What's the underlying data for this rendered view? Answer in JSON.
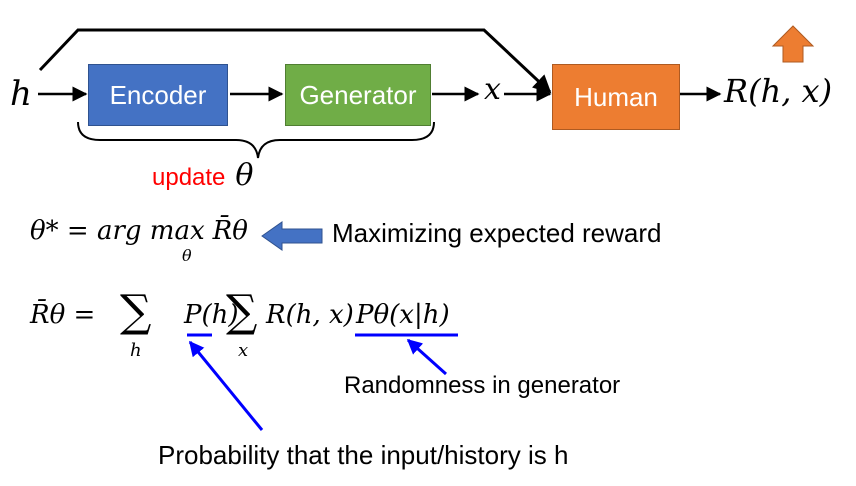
{
  "diagram": {
    "input_symbol": "h",
    "encoder_label": "Encoder",
    "generator_label": "Generator",
    "output_symbol": "x",
    "human_label": "Human",
    "reward_label": "R(h, x)",
    "update_word": "update",
    "theta": "θ"
  },
  "equations": {
    "objective_lhs": "θ* = arg max",
    "objective_sub": "θ",
    "objective_rhs": "R̄θ",
    "objective_note": "Maximizing expected reward",
    "expected_lhs": "R̄θ =",
    "sum_h": "h",
    "ph": "P(h)",
    "sum_x": "x",
    "rhx": "R(h, x)",
    "ptheta": "Pθ(x|h)",
    "note_generator": "Randomness in generator",
    "note_input": "Probability that the input/history is h"
  },
  "colors": {
    "encoder": "#4472c4",
    "generator": "#70ad47",
    "human": "#ed7d31",
    "underline": "#0000ff",
    "update": "#ff0000"
  }
}
